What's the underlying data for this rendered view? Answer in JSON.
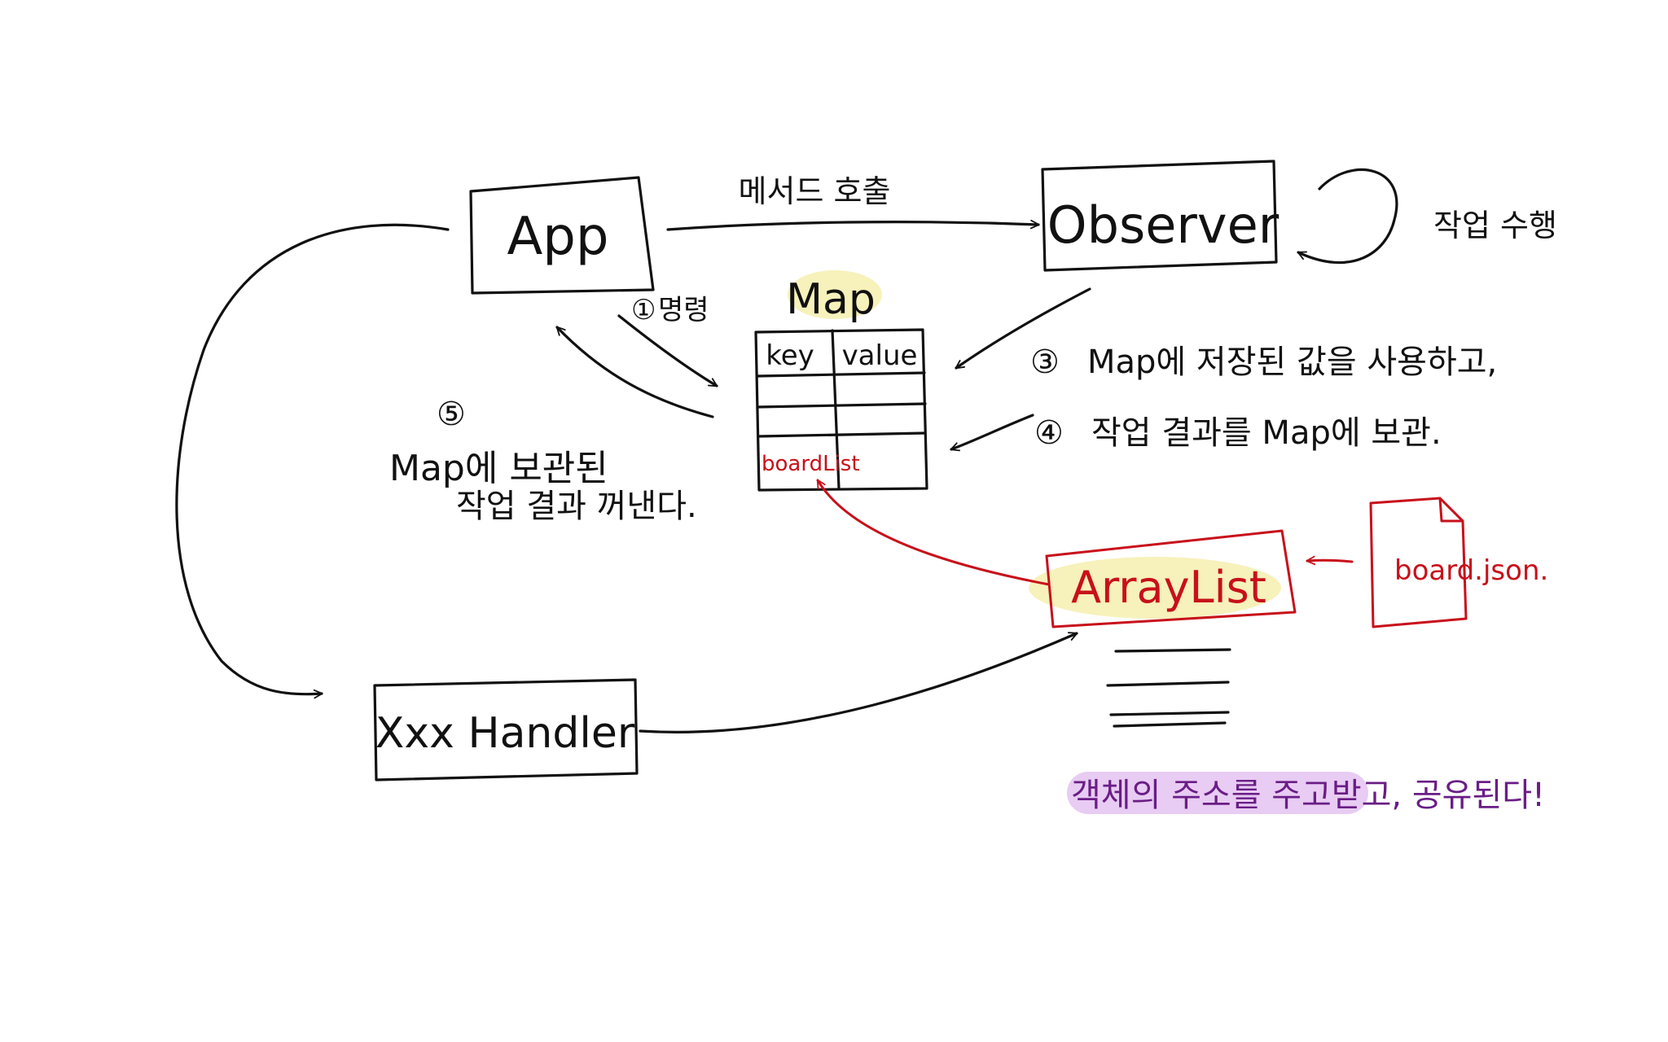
{
  "nodes": {
    "app": "App",
    "observer": "Observer",
    "map": "Map",
    "handler": "Xxx Handler",
    "arraylist": "ArrayList",
    "file": "board.json."
  },
  "map_table": {
    "key_header": "key",
    "value_header": "value",
    "row_key": "boardList"
  },
  "labels": {
    "method_call": "메서드 호출",
    "work_perform": "작업 수행",
    "step1_marker": "①",
    "step1": "명령",
    "step3_marker": "③",
    "step3": "Map에 저장된 값을 사용하고,",
    "step4_marker": "④",
    "step4": "작업 결과를 Map에 보관.",
    "step5_marker": "⑤",
    "step5_line1": "Map에 보관된",
    "step5_line2": "작업 결과 꺼낸다.",
    "note": "객체의 주소를 주고받고, 공유된다!"
  },
  "colors": {
    "ink": "#111111",
    "red": "#c8101a",
    "purple": "#6a1d86",
    "yellow_highlight": "#f6efb4",
    "purple_highlight": "#e6c6f2"
  }
}
